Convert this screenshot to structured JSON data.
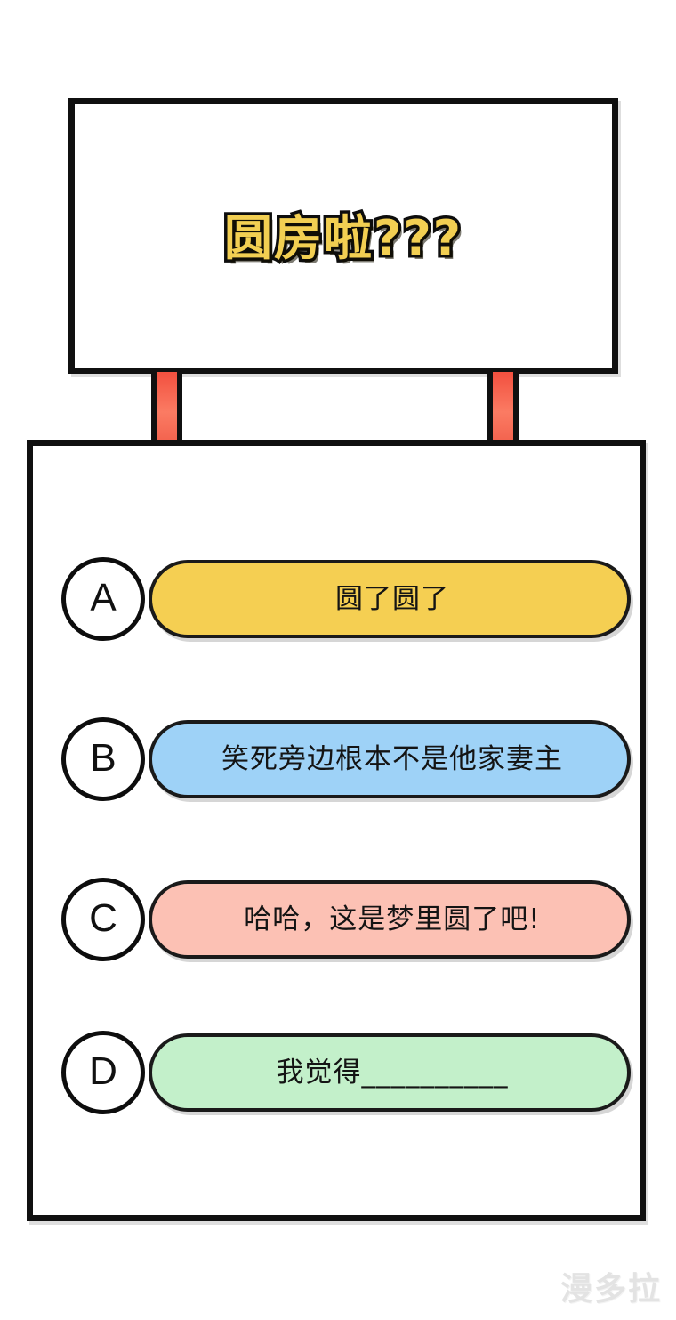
{
  "panel": {
    "title": "圆房啦???",
    "title_fill_color": "#f2cf52",
    "title_stroke_color": "#0d0d0d"
  },
  "connector": {
    "color": "#f86450",
    "left_label": "left-connector-bar",
    "right_label": "right-connector-bar"
  },
  "options": [
    {
      "letter": "A",
      "text": "圆了圆了",
      "color": "#f5cf52"
    },
    {
      "letter": "B",
      "text": "笑死旁边根本不是他家妻主",
      "color": "#9ed2f7"
    },
    {
      "letter": "C",
      "text": "哈哈，这是梦里圆了吧!",
      "color": "#fcc1b4"
    },
    {
      "letter": "D",
      "text": "我觉得__________",
      "color": "#c3f0ca"
    }
  ],
  "watermark": {
    "text": "漫多拉",
    "color": "#e2e2e2"
  }
}
